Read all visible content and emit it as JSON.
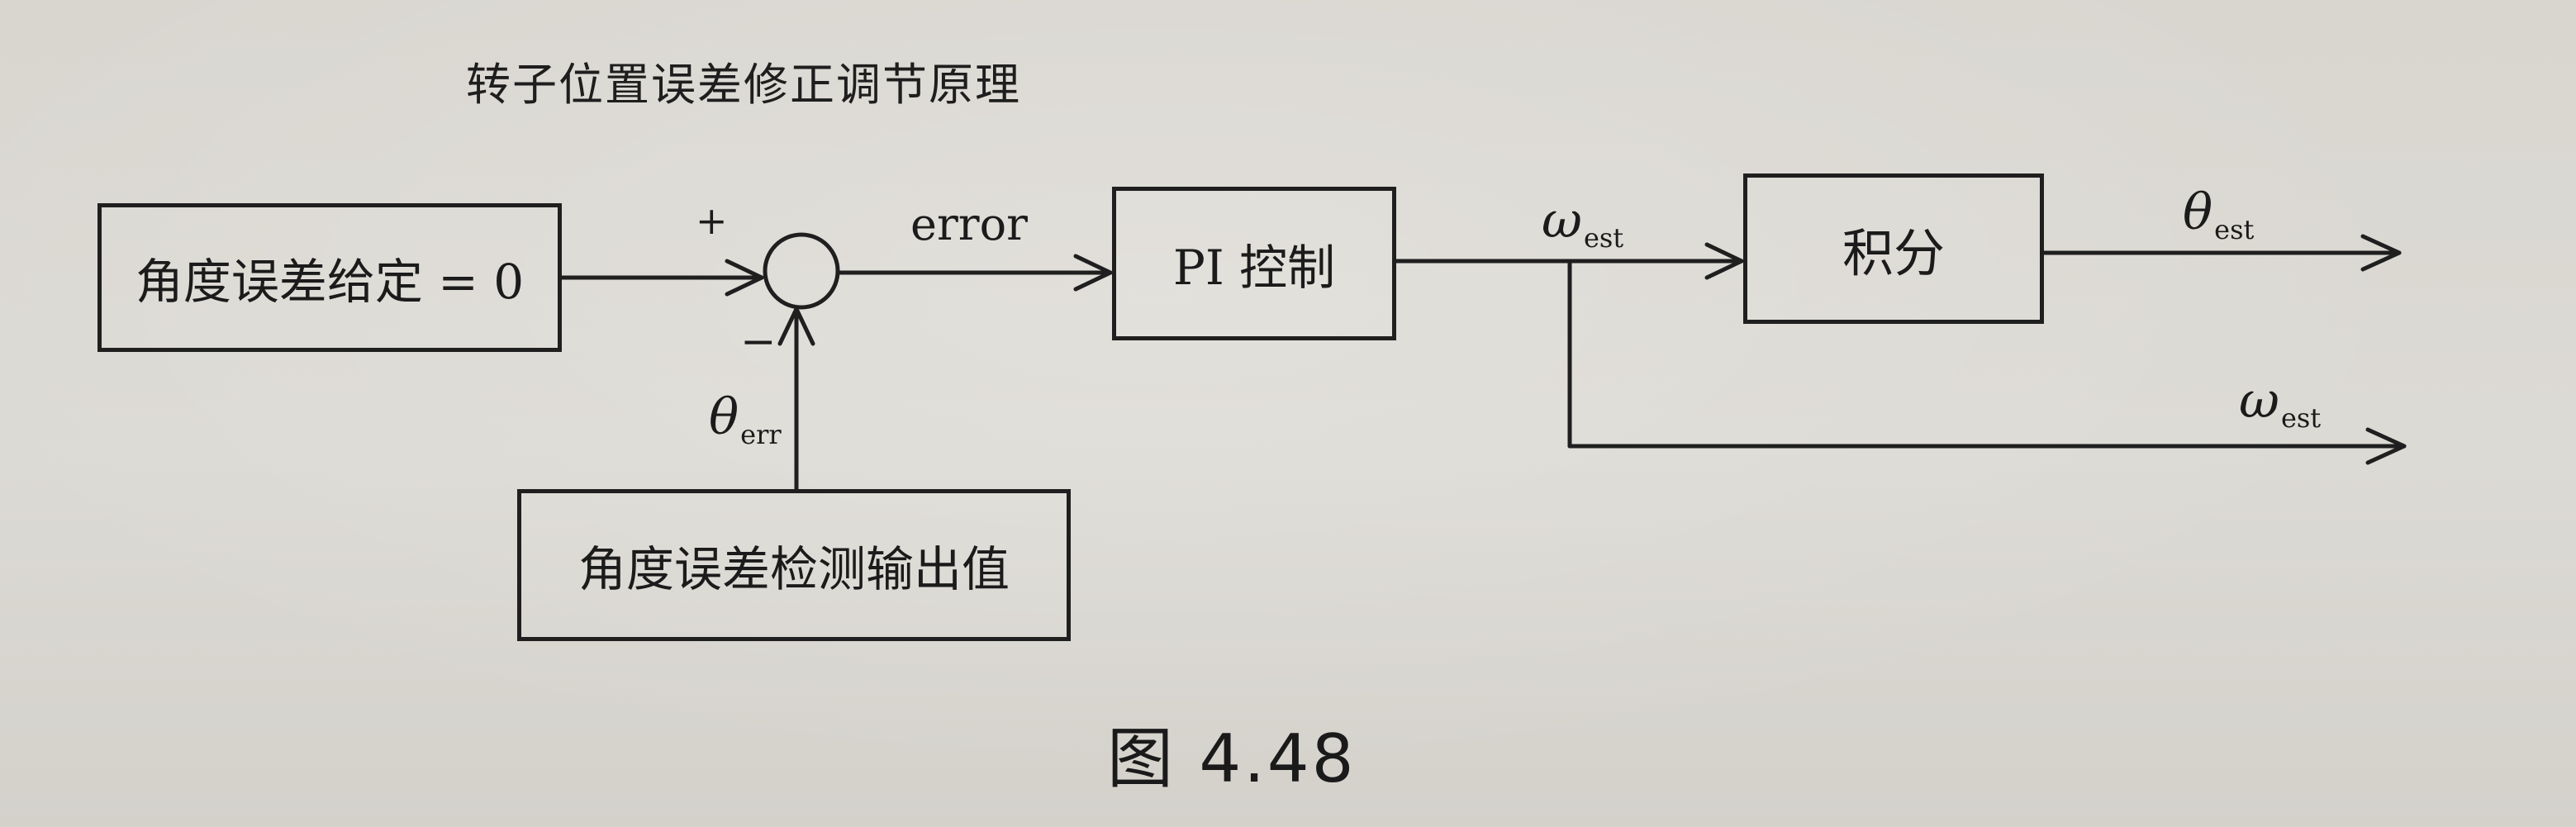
{
  "title": "转子位置误差修正调节原理",
  "blocks": {
    "angle_setpoint": "角度误差给定 = 0",
    "pi_controller": "PI 控制",
    "integrator": "积分",
    "angle_detection": "角度误差检测输出值"
  },
  "signals": {
    "error": "error",
    "plus_sign": "+",
    "minus_sign": "−",
    "theta_err": {
      "symbol": "θ",
      "subscript": "err"
    },
    "omega_est_top": {
      "symbol": "ω",
      "subscript": "est"
    },
    "theta_est": {
      "symbol": "θ",
      "subscript": "est"
    },
    "omega_est_lower": {
      "symbol": "ω",
      "subscript": "est"
    }
  },
  "caption": "图 4.48"
}
